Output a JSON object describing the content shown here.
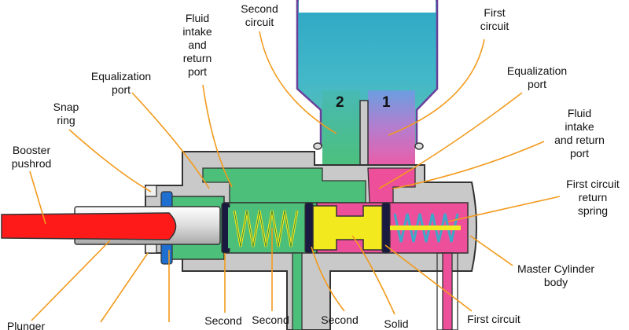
{
  "labels": {
    "second_circuit_top": "Second\ncircuit",
    "fluid_intake_left": "Fluid\nintake\nand\nreturn\nport",
    "equalization_left": "Equalization\nport",
    "snap_ring": "Snap\nring",
    "booster_pushrod": "Booster\npushrod",
    "first_circuit_top": "First\ncircuit",
    "equalization_right": "Equalization\nport",
    "fluid_intake_right": "Fluid\nintake\nand return\nport",
    "first_circuit_return_spring": "First circuit\nreturn\nspring",
    "master_cylinder_body": "Master Cylinder\nbody",
    "bottom_plunger": "Plunger",
    "bottom_2": "",
    "bottom_3": "",
    "bottom_second_a": "Second",
    "bottom_second_b": "Second",
    "bottom_second_c": "Second",
    "bottom_solid": "Solid",
    "bottom_first_circuit": "First circuit"
  },
  "reservoir_numbers": {
    "second": "2",
    "first": "1"
  },
  "colors": {
    "outline": "#333333",
    "body_gray": "#c9c9c9",
    "fluid_blue": "#35b0c8",
    "fluid_green": "#4cc07a",
    "fluid_pink": "#ee4f9a",
    "pushrod_red": "#ff1a1a",
    "spring_yellow": "#f2ea1e",
    "seal_blue": "#1f6fd0",
    "leader_orange": "#f29a1c"
  }
}
